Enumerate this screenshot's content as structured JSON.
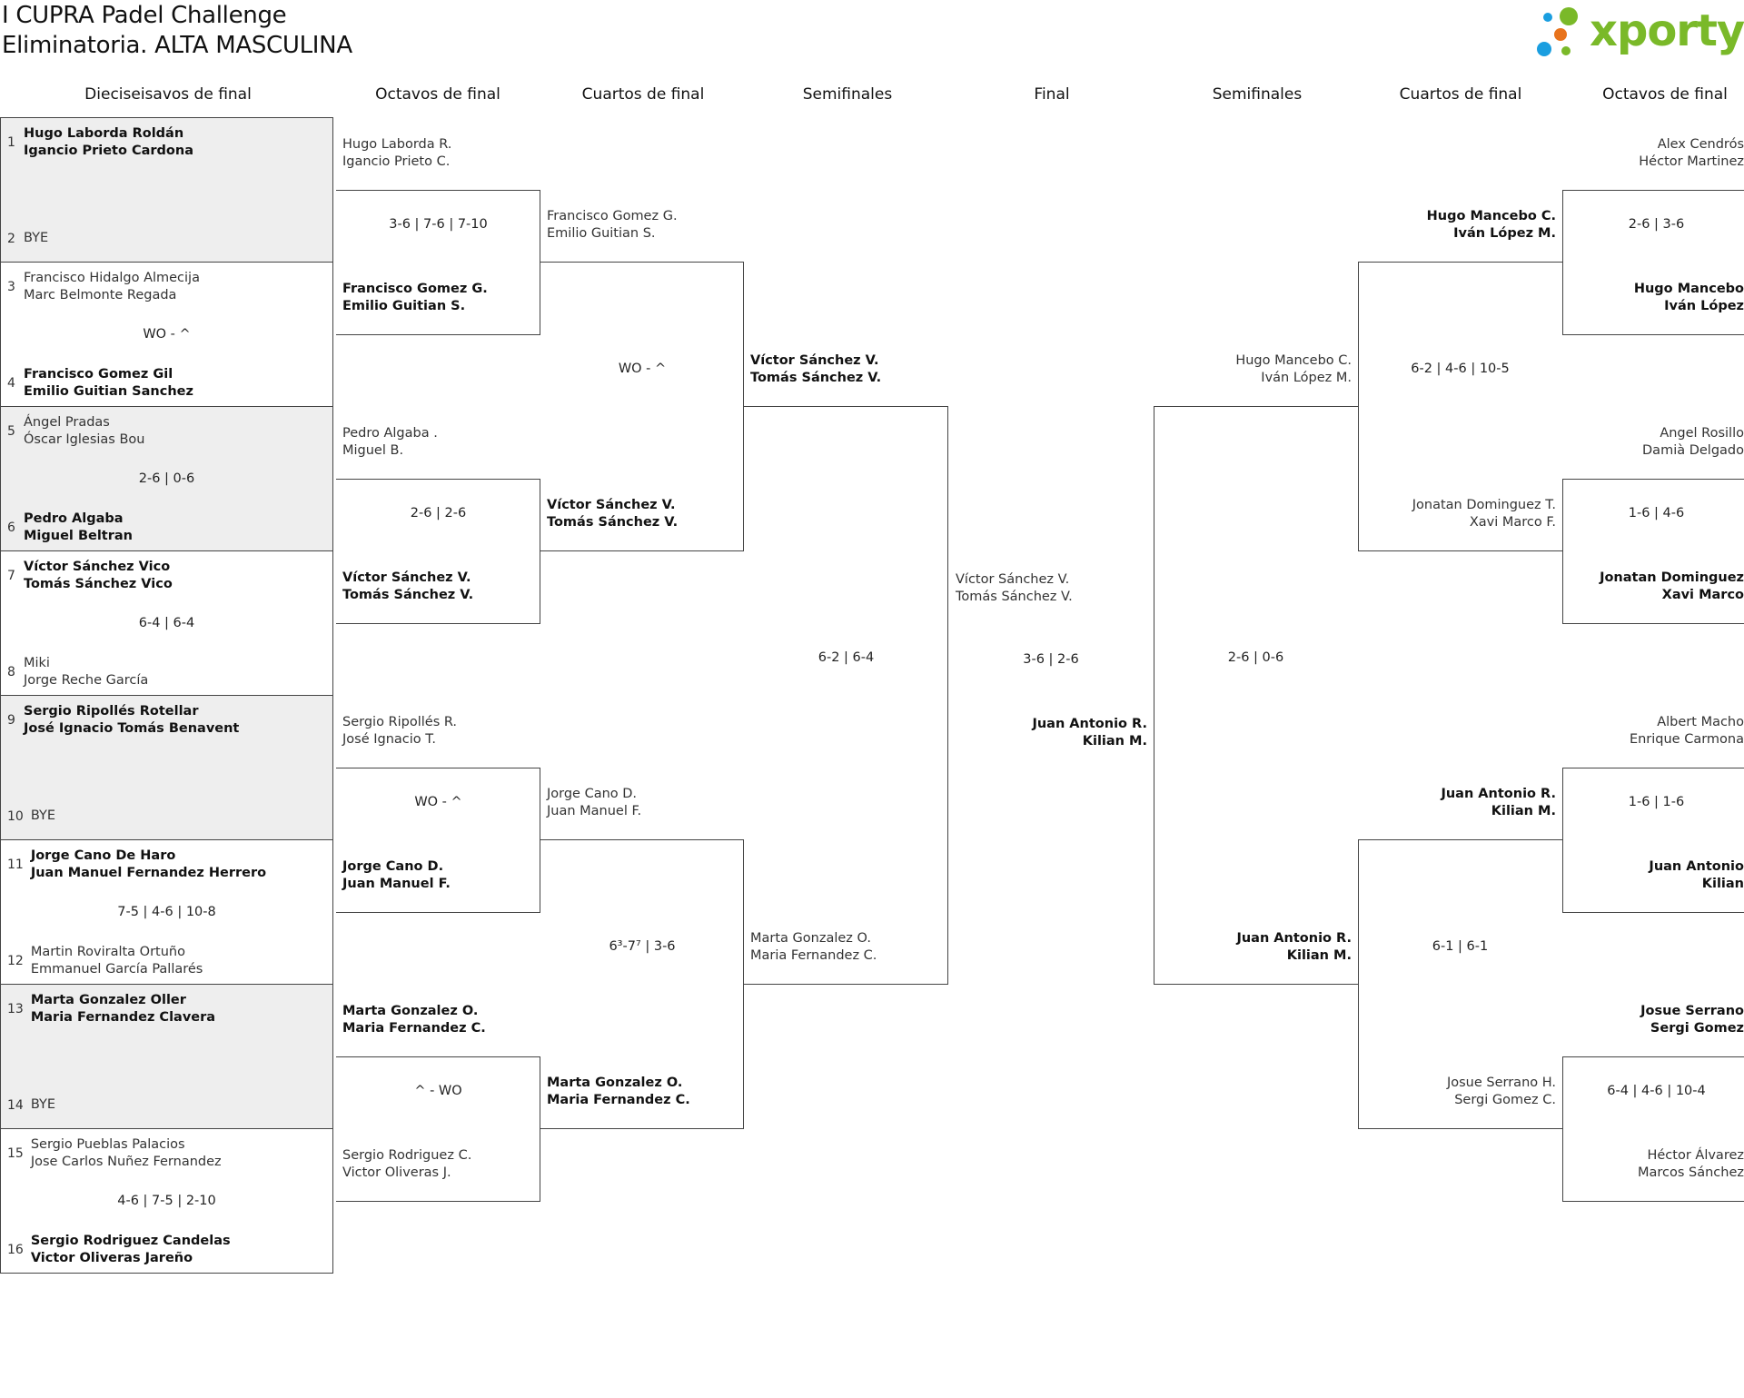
{
  "title": [
    "I CUPRA Padel Challenge",
    "Eliminatoria. ALTA MASCULINA"
  ],
  "logo": {
    "text": "xporty",
    "colors": {
      "green": "#7ab929",
      "blue": "#1a9ee0",
      "orange": "#e8731c"
    }
  },
  "headers": [
    "Dieciseisavos de final",
    "Octavos de final",
    "Cuartos de final",
    "Semifinales",
    "Final",
    "Semifinales",
    "Cuartos de final",
    "Octavos de final"
  ],
  "r16": [
    {
      "a": {
        "seed": "1",
        "names": [
          "Hugo Laborda Roldán",
          "Igancio Prieto Cardona"
        ]
      },
      "b": {
        "seed": "2",
        "names": [
          "BYE"
        ]
      },
      "score": "",
      "winner": "a"
    },
    {
      "a": {
        "seed": "3",
        "names": [
          "Francisco Hidalgo Almecija",
          "Marc Belmonte Regada"
        ]
      },
      "b": {
        "seed": "4",
        "names": [
          "Francisco Gomez Gil",
          "Emilio Guitian Sanchez"
        ]
      },
      "score": "WO - ^",
      "winner": "b"
    },
    {
      "a": {
        "seed": "5",
        "names": [
          "Ángel Pradas",
          "Óscar Iglesias Bou"
        ]
      },
      "b": {
        "seed": "6",
        "names": [
          "Pedro Algaba",
          "Miguel Beltran"
        ]
      },
      "score": "2-6 | 0-6",
      "winner": "b"
    },
    {
      "a": {
        "seed": "7",
        "names": [
          "Víctor Sánchez Vico",
          "Tomás Sánchez Vico"
        ]
      },
      "b": {
        "seed": "8",
        "names": [
          "Miki",
          "Jorge Reche García"
        ]
      },
      "score": "6-4 | 6-4",
      "winner": "a"
    },
    {
      "a": {
        "seed": "9",
        "names": [
          "Sergio Ripollés Rotellar",
          "José Ignacio Tomás Benavent"
        ]
      },
      "b": {
        "seed": "10",
        "names": [
          "BYE"
        ]
      },
      "score": "",
      "winner": "a"
    },
    {
      "a": {
        "seed": "11",
        "names": [
          "Jorge Cano De Haro",
          "Juan Manuel Fernandez Herrero"
        ]
      },
      "b": {
        "seed": "12",
        "names": [
          "Martin Roviralta Ortuño",
          "Emmanuel García Pallarés"
        ]
      },
      "score": "7-5 | 4-6 | 10-8",
      "winner": "a"
    },
    {
      "a": {
        "seed": "13",
        "names": [
          "Marta Gonzalez Oller",
          "Maria Fernandez Clavera"
        ]
      },
      "b": {
        "seed": "14",
        "names": [
          "BYE"
        ]
      },
      "score": "",
      "winner": "a"
    },
    {
      "a": {
        "seed": "15",
        "names": [
          "Sergio Pueblas Palacios",
          "Jose Carlos Nuñez Fernandez"
        ]
      },
      "b": {
        "seed": "16",
        "names": [
          "Sergio Rodriguez Candelas",
          "Victor Oliveras Jareño"
        ]
      },
      "score": "4-6 | 7-5 | 2-10",
      "winner": "b"
    }
  ],
  "left_octavos": [
    {
      "a": [
        "Hugo Laborda R.",
        "Igancio Prieto C."
      ],
      "b": [
        "Francisco Gomez G.",
        "Emilio Guitian S."
      ],
      "score": "3-6 | 7-6 | 7-10",
      "winner": "b"
    },
    {
      "a": [
        "Pedro Algaba .",
        "Miguel B."
      ],
      "b": [
        "Víctor Sánchez V.",
        "Tomás Sánchez V."
      ],
      "score": "2-6 | 2-6",
      "winner": "b"
    },
    {
      "a": [
        "Sergio Ripollés R.",
        "José Ignacio T."
      ],
      "b": [
        "Jorge Cano D.",
        "Juan Manuel F."
      ],
      "score": "WO - ^",
      "winner": "b"
    },
    {
      "a": [
        "Marta Gonzalez O.",
        "Maria Fernandez C."
      ],
      "b": [
        "Sergio Rodriguez C.",
        "Victor Oliveras J."
      ],
      "score": "^ - WO",
      "winner": "a"
    }
  ],
  "left_cuartos": [
    {
      "a": [
        "Francisco Gomez G.",
        "Emilio Guitian S."
      ],
      "b": [
        "Víctor Sánchez V.",
        "Tomás Sánchez V."
      ],
      "score": "WO - ^",
      "winner": "b"
    },
    {
      "a": [
        "Jorge Cano D.",
        "Juan Manuel F."
      ],
      "b": [
        "Marta Gonzalez O.",
        "Maria Fernandez C."
      ],
      "score": "6³-7⁷ | 3-6",
      "winner": "b"
    }
  ],
  "left_semis": [
    {
      "a": [
        "Víctor Sánchez V.",
        "Tomás Sánchez V."
      ],
      "b": [
        "Marta Gonzalez O.",
        "Maria Fernandez C."
      ],
      "score": "6-2 | 6-4",
      "winner": "a"
    }
  ],
  "final": {
    "a": [
      "Víctor Sánchez V.",
      "Tomás Sánchez V."
    ],
    "b": [
      "Juan Antonio R.",
      "Kilian M."
    ],
    "score": "3-6 | 2-6",
    "winner": "b"
  },
  "right_semis": [
    {
      "a": [
        "Hugo Mancebo C.",
        "Iván López M."
      ],
      "b": [
        "Juan Antonio R.",
        "Kilian M."
      ],
      "score": "2-6 | 0-6",
      "winner": "b"
    }
  ],
  "right_cuartos": [
    {
      "a": [
        "Hugo Mancebo C.",
        "Iván López M."
      ],
      "b": [
        "Jonatan Dominguez T.",
        "Xavi Marco F."
      ],
      "score": "6-2 | 4-6 | 10-5",
      "winner": "a"
    },
    {
      "a": [
        "Juan Antonio R.",
        "Kilian M."
      ],
      "b": [
        "Josue Serrano H.",
        "Sergi Gomez C."
      ],
      "score": "6-1 | 6-1",
      "winner": "a"
    }
  ],
  "right_octavos": [
    {
      "a": [
        "Alex Cendrós",
        "Héctor Martinez"
      ],
      "b": [
        "Hugo Mancebo",
        "Iván López"
      ],
      "score": "2-6 | 3-6",
      "winner": "b"
    },
    {
      "a": [
        "Angel Rosillo",
        "Damià Delgado"
      ],
      "b": [
        "Jonatan Dominguez",
        "Xavi Marco"
      ],
      "score": "1-6 | 4-6",
      "winner": "b"
    },
    {
      "a": [
        "Albert Macho",
        "Enrique Carmona"
      ],
      "b": [
        "Juan Antonio",
        "Kilian"
      ],
      "score": "1-6 | 1-6",
      "winner": "b"
    },
    {
      "a": [
        "Josue Serrano",
        "Sergi Gomez"
      ],
      "b": [
        "Héctor Álvarez",
        "Marcos Sánchez"
      ],
      "score": "6-4 | 4-6 | 10-4",
      "winner": "a"
    }
  ]
}
